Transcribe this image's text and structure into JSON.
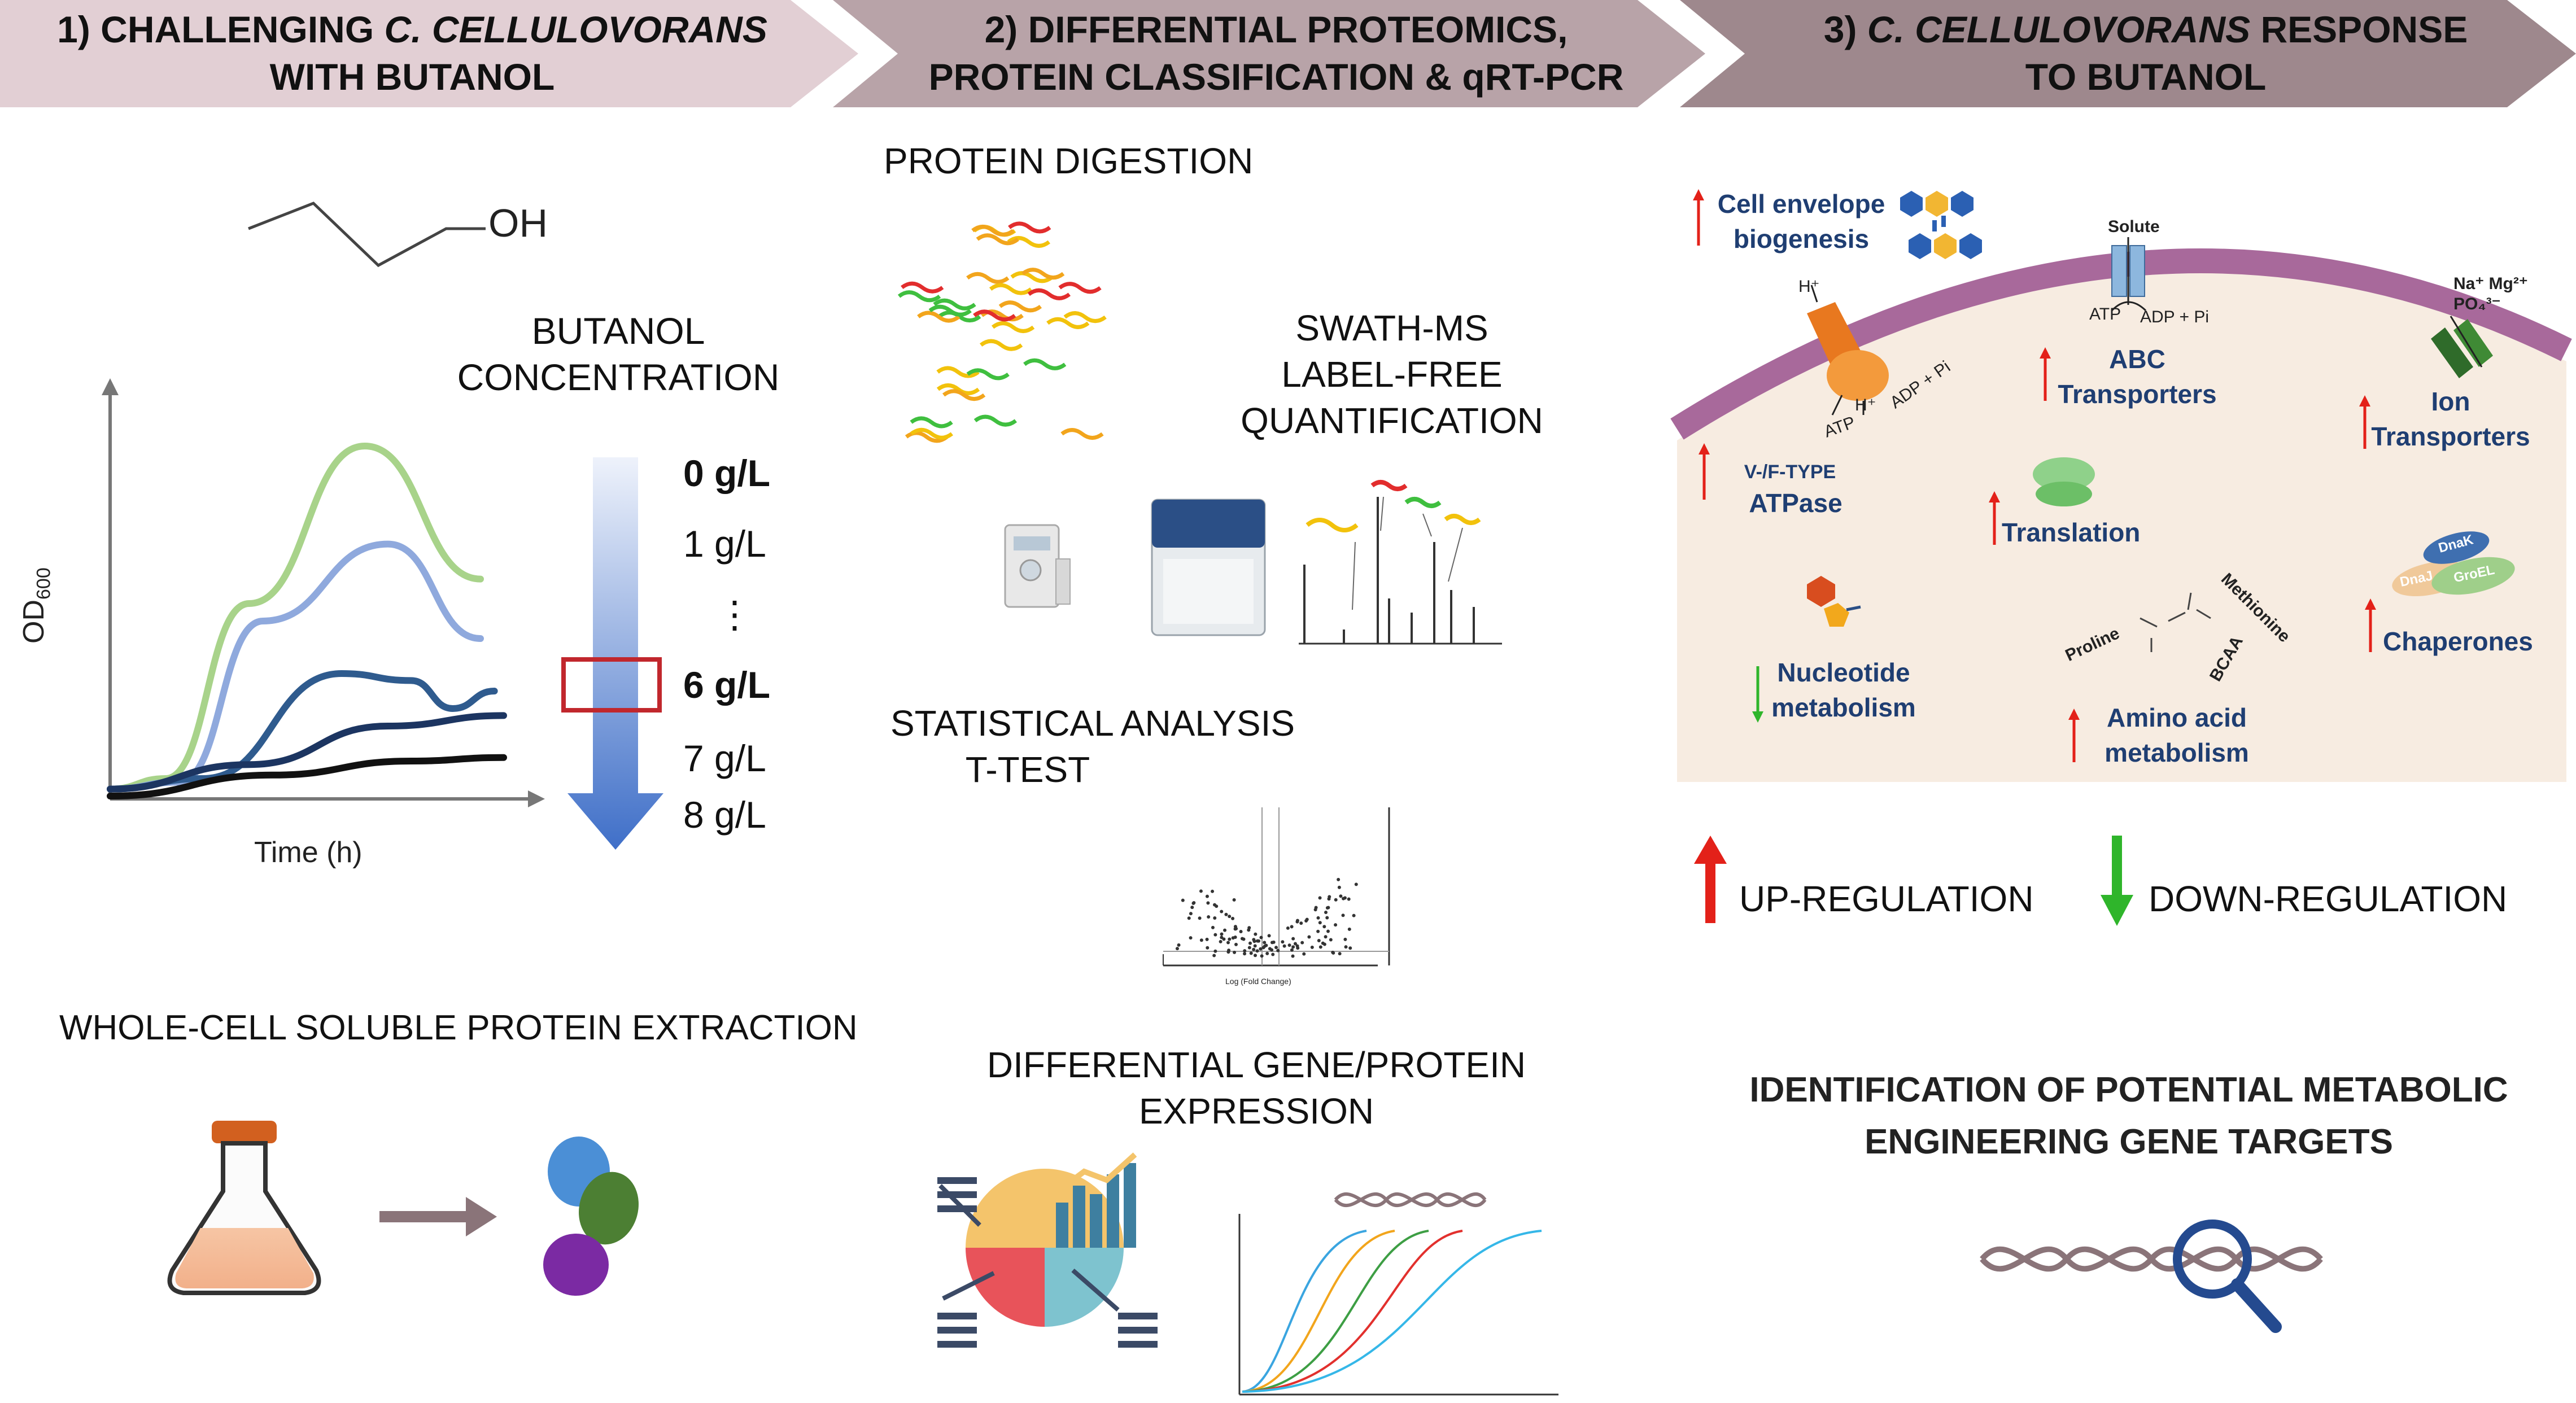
{
  "header": {
    "step1": {
      "line1_prefix": "1) CHALLENGING ",
      "line1_italic": "C. CELLULOVORANS",
      "line2": "WITH BUTANOL"
    },
    "step2": {
      "line1": "2) DIFFERENTIAL PROTEOMICS,",
      "line2": "PROTEIN CLASSIFICATION & qRT-PCR"
    },
    "step3": {
      "line1_prefix": "3) ",
      "line1_italic": "C. CELLULOVORANS",
      "line1_suffix": " RESPONSE",
      "line2": "TO BUTANOL"
    }
  },
  "panel1": {
    "molecule_label": "OH",
    "concentration_title": [
      "BUTANOL",
      "CONCENTRATION"
    ],
    "concentrations": [
      "0 g/L",
      "1 g/L",
      "⋮",
      "6 g/L",
      "7 g/L",
      "8 g/L"
    ],
    "y_axis_label": "OD",
    "y_axis_sub": "600",
    "x_axis_label": "Time (h)",
    "extraction": "WHOLE-CELL  SOLUBLE  PROTEIN  EXTRACTION"
  },
  "panel2": {
    "digestion": "PROTEIN DIGESTION",
    "swath": [
      "SWATH-MS",
      "LABEL-FREE",
      "QUANTIFICATION"
    ],
    "stats": [
      "STATISTICAL ANALYSIS",
      "T-TEST"
    ],
    "volcano_xlabel": "Log (Fold Change)",
    "differential": [
      "DIFFERENTIAL GENE/PROTEIN",
      "EXPRESSION"
    ]
  },
  "panel3": {
    "cell_envelope": [
      "Cell envelope",
      "biogenesis"
    ],
    "solute": "Solute",
    "atp": "ATP",
    "adp_pi": "ADP + Pi",
    "h_plus": "H⁺",
    "ions": [
      "Na⁺ Mg²⁺",
      "PO₄³⁻"
    ],
    "abc": [
      "ABC",
      "Transporters"
    ],
    "ion_transporters": [
      "Ion",
      "Transporters"
    ],
    "vf_type": "V-/F-TYPE",
    "atpase": "ATPase",
    "translation": "Translation",
    "nucleotide": [
      "Nucleotide",
      "metabolism"
    ],
    "amino_acid": [
      "Amino acid",
      "metabolism"
    ],
    "proline": "Proline",
    "methionine": "Methionine",
    "bcaa": "BCAA",
    "chaperones": "Chaperones",
    "dnak": "DnaK",
    "dnaj": "DnaJ",
    "groel": "GroEL",
    "up_regulation": "UP-REGULATION",
    "down_regulation": "DOWN-REGULATION",
    "identification": [
      "IDENTIFICATION OF POTENTIAL METABOLIC",
      "ENGINEERING GENE TARGETS"
    ]
  },
  "colors": {
    "banner_1": "#e2cfd4",
    "banner_2": "#b8a3a8",
    "banner_3": "#9e888d",
    "membrane": "#a8699b",
    "cytoplasm": "#f7ece1",
    "up_arrow": "#e32119",
    "down_arrow": "#2fb52b",
    "label_blue": "#1f3e72",
    "highlight_box": "#c1272d"
  },
  "chart_data": {
    "type": "line",
    "series": [
      {
        "name": "0 g/L",
        "color": "#a8d38a",
        "values": [
          [
            0,
            0.02
          ],
          [
            0.12,
            0.05
          ],
          [
            0.3,
            0.55
          ],
          [
            0.55,
            1.0
          ],
          [
            0.8,
            0.62
          ]
        ]
      },
      {
        "name": "1 g/L",
        "color": "#8fa9dd",
        "values": [
          [
            0,
            0.02
          ],
          [
            0.15,
            0.04
          ],
          [
            0.33,
            0.5
          ],
          [
            0.6,
            0.72
          ],
          [
            0.8,
            0.45
          ]
        ]
      },
      {
        "name": "6 g/L",
        "color": "#2f5b8e",
        "values": [
          [
            0,
            0.02
          ],
          [
            0.2,
            0.05
          ],
          [
            0.5,
            0.35
          ],
          [
            0.65,
            0.33
          ],
          [
            0.74,
            0.25
          ],
          [
            0.83,
            0.3
          ]
        ]
      },
      {
        "name": "7 g/L",
        "color": "#1c3561",
        "values": [
          [
            0,
            0.02
          ],
          [
            0.3,
            0.09
          ],
          [
            0.6,
            0.2
          ],
          [
            0.85,
            0.23
          ]
        ]
      },
      {
        "name": "8 g/L",
        "color": "#111111",
        "values": [
          [
            0,
            0.0
          ],
          [
            0.35,
            0.06
          ],
          [
            0.65,
            0.1
          ],
          [
            0.85,
            0.11
          ]
        ]
      }
    ],
    "xlabel": "Time (h)",
    "ylabel": "OD600"
  }
}
